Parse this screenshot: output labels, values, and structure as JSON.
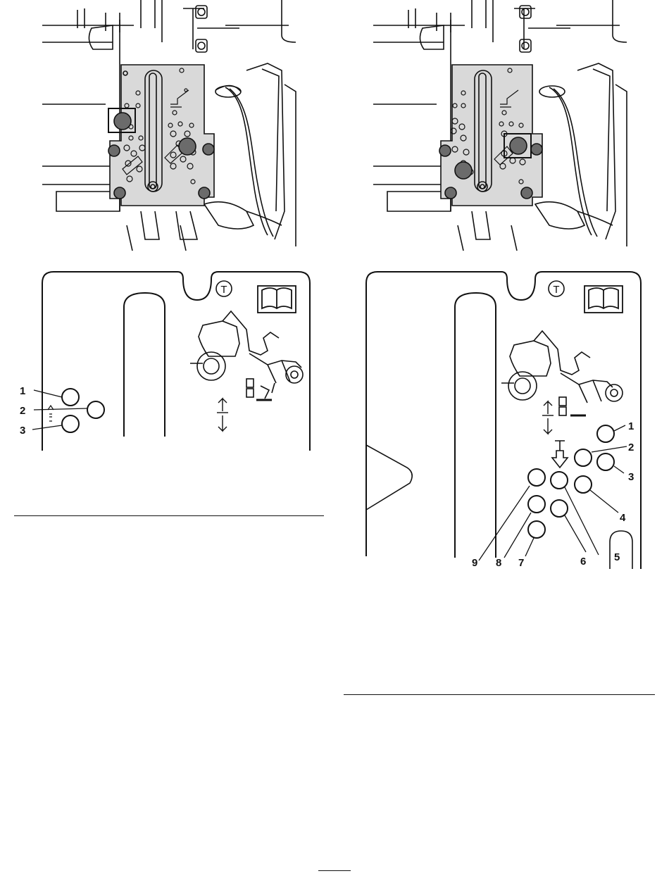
{
  "decal": {
    "symbol": "T"
  },
  "left_callouts": [
    "1",
    "2",
    "3"
  ],
  "right_callouts": [
    "1",
    "2",
    "3",
    "4",
    "5",
    "6",
    "7",
    "8",
    "9"
  ],
  "colors": {
    "line": "#111111",
    "plate_fill": "#d9d9d9",
    "pin_fill": "#6b6b6b",
    "background": "#ffffff"
  },
  "icons": [
    "operator-manual-icon",
    "tractor-with-attachment-icon",
    "raise-lower-arrows-icon",
    "pull-pin-down-icon"
  ]
}
